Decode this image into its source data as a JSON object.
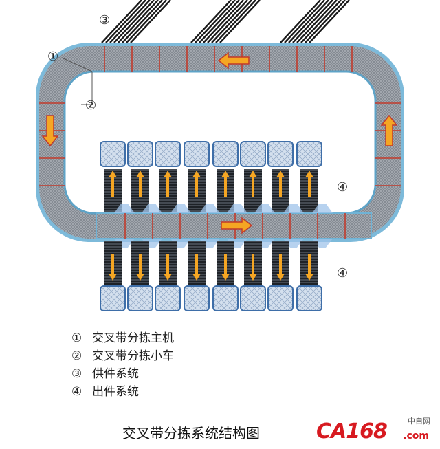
{
  "callouts": {
    "main_machine": "①",
    "cart": "②",
    "infeed": "③",
    "outfeed_upper": "④",
    "outfeed_lower": "④"
  },
  "legend": [
    {
      "marker": "①",
      "text": "交叉带分拣主机"
    },
    {
      "marker": "②",
      "text": "交叉带分拣小车"
    },
    {
      "marker": "③",
      "text": "供件系统"
    },
    {
      "marker": "④",
      "text": "出件系统"
    }
  ],
  "caption": "交叉带分拣系统结构图",
  "logo": {
    "main": "CA168",
    "cn": "中自网",
    "domain": ".com"
  },
  "colors": {
    "track_border": "#6fb3d6",
    "cart_fill": "#8a8f96",
    "arrow_fill": "#f5a623",
    "bin_fill": "#c9d8ea",
    "bin_border": "#3e6ea8",
    "accent_red": "#d71a20"
  }
}
